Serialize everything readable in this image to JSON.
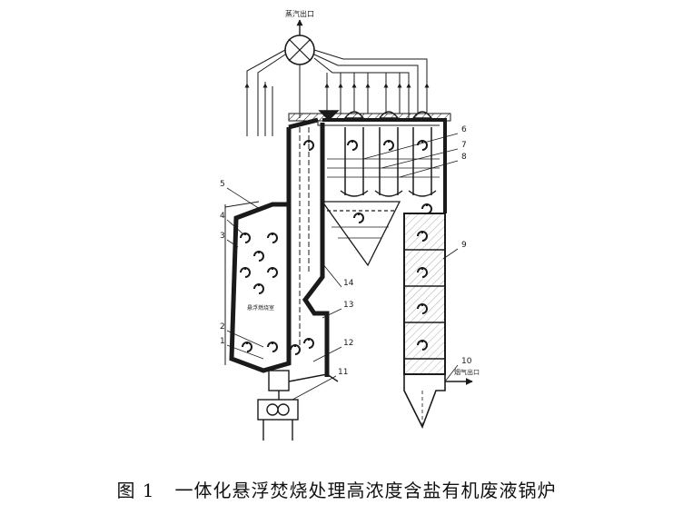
{
  "figure": {
    "label": "图 1",
    "title": "一体化悬浮焚烧处理高浓度含盐有机废液锅炉"
  },
  "annotations": {
    "steam_outlet": "蒸汽出口",
    "flue_gas_outlet": "烟气出口",
    "bed_label": "悬浮燃烧室"
  },
  "callouts": [
    "1",
    "2",
    "3",
    "4",
    "5",
    "6",
    "7",
    "8",
    "9",
    "10",
    "11",
    "12",
    "13",
    "14"
  ],
  "colors": {
    "line": "#1a1a1a",
    "fill": "#1a1a1a",
    "paper": "#ffffff"
  }
}
